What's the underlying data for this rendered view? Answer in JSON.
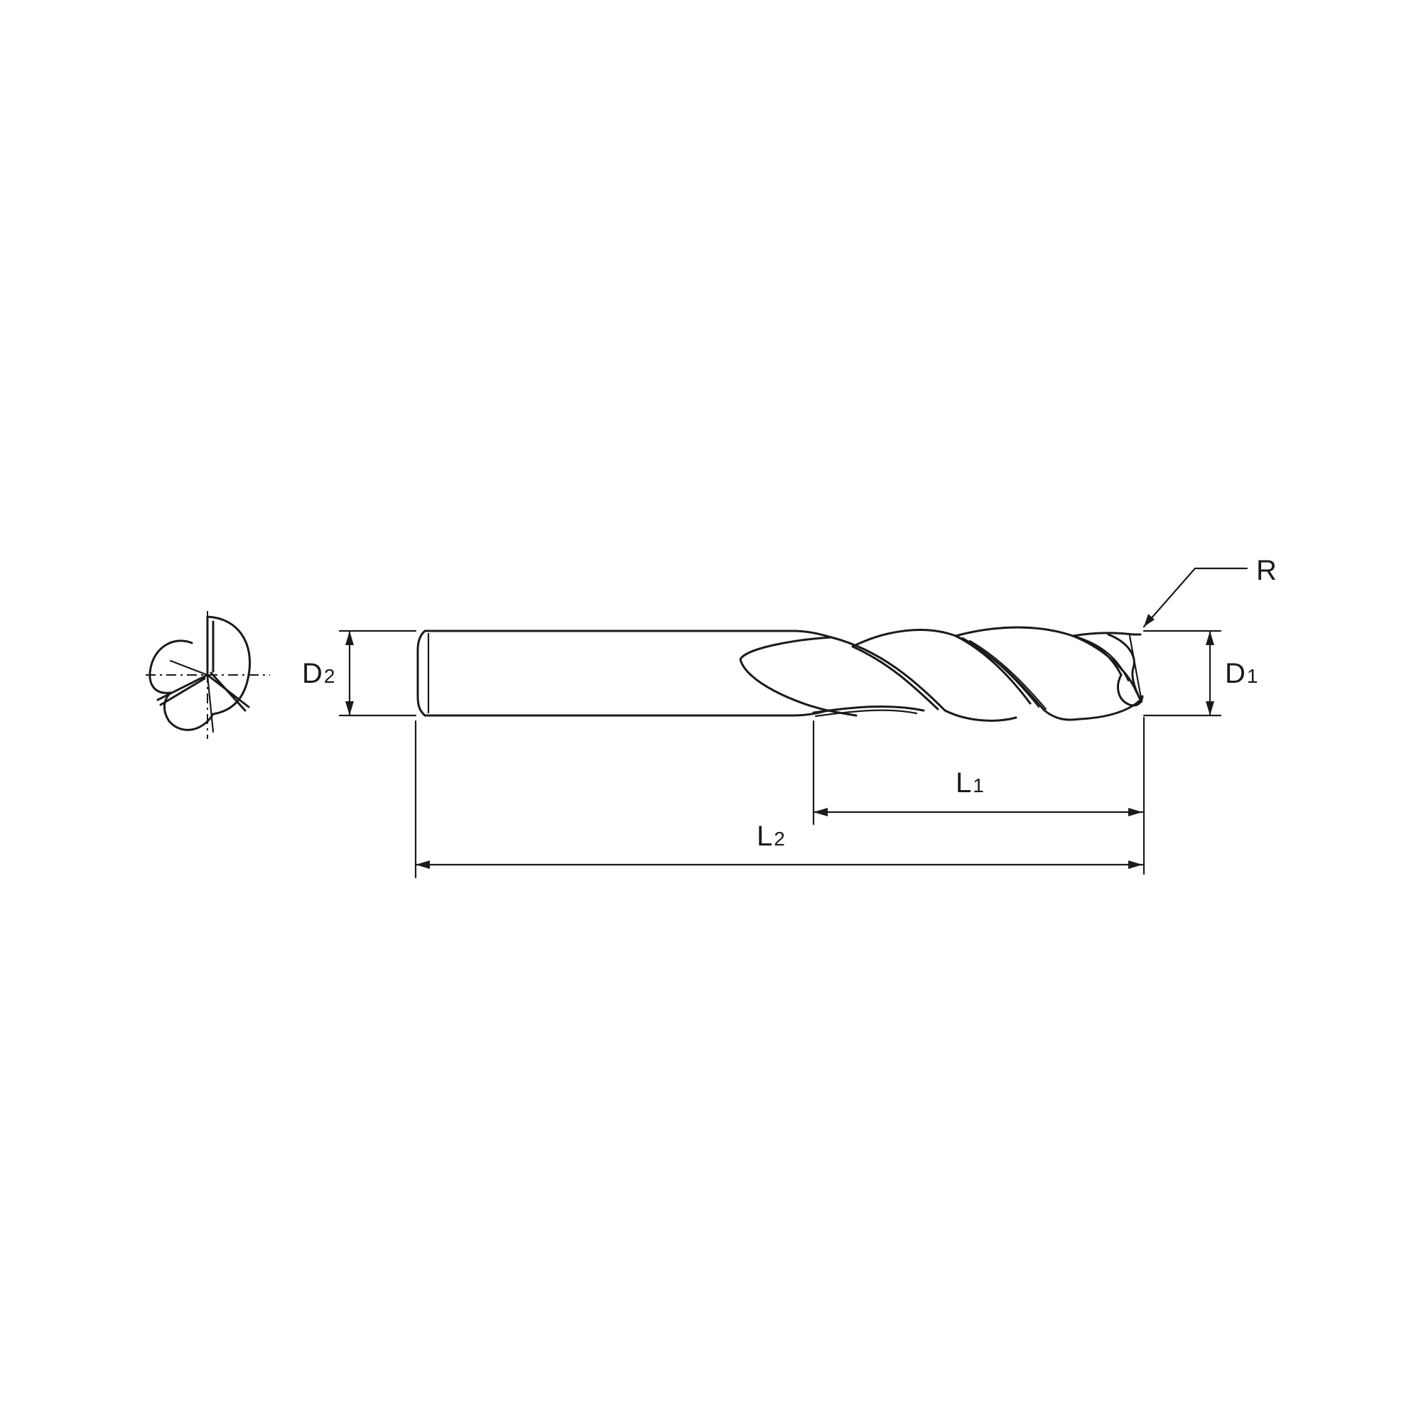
{
  "labels": {
    "d2": {
      "main": "D",
      "sub": "2"
    },
    "d1": {
      "main": "D",
      "sub": "1"
    },
    "l1": {
      "main": "L",
      "sub": "1"
    },
    "l2": {
      "main": "L",
      "sub": "2"
    },
    "r": "R"
  },
  "colors": {
    "line": "#1a1a1a",
    "background": "#ffffff"
  }
}
